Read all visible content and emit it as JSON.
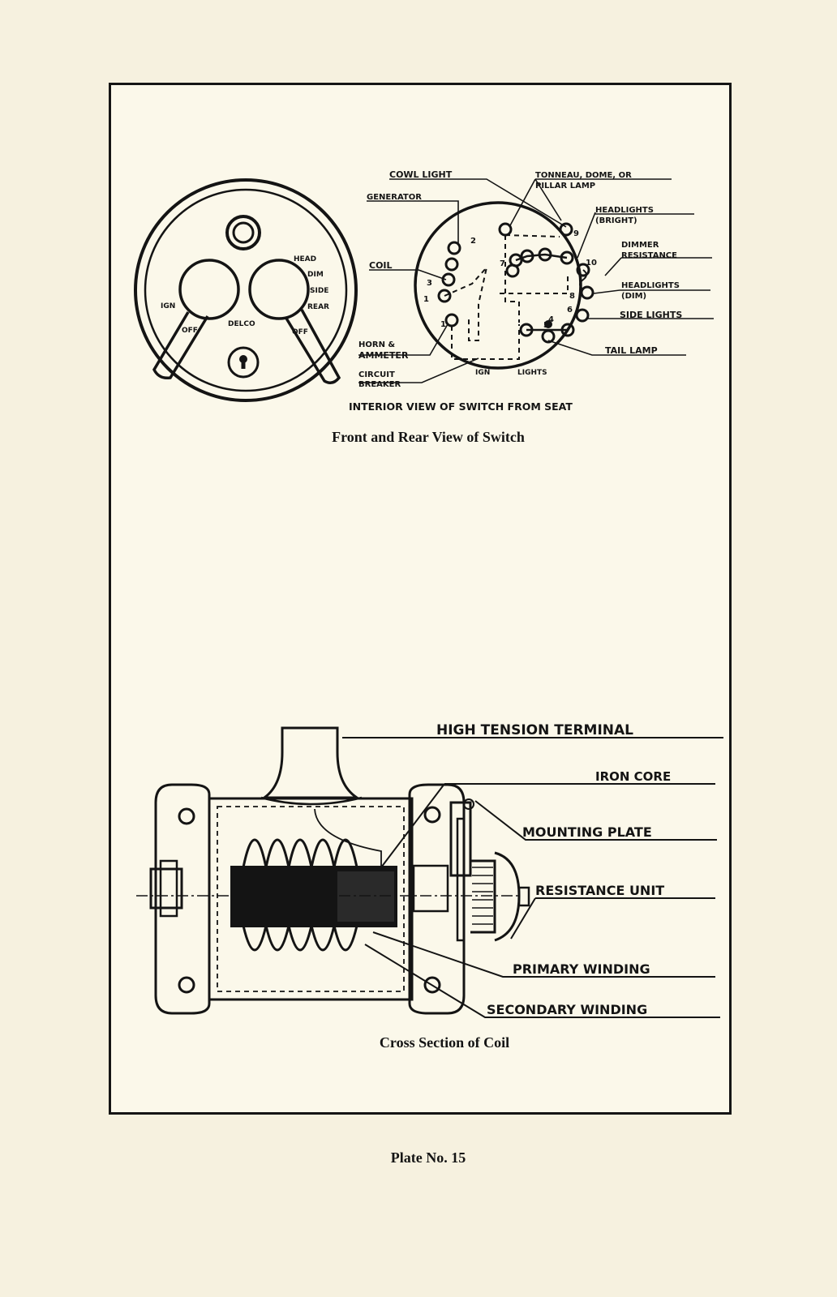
{
  "switch_front": {
    "brand": "DELCO",
    "left_labels": {
      "ign": "IGN",
      "off": "OFF"
    },
    "right_labels": {
      "head": "HEAD",
      "dim": "DIM",
      "side": "SIDE",
      "rear": "REAR",
      "off": "OFF"
    }
  },
  "switch_rear": {
    "callouts": {
      "cowl_light": "COWL LIGHT",
      "generator": "GENERATOR",
      "coil": "COIL",
      "horn_ammeter_1": "HORN &",
      "horn_ammeter_2": "AMMETER",
      "circuit_breaker_1": "CIRCUIT",
      "circuit_breaker_2": "BREAKER",
      "tonneau_1": "TONNEAU, DOME, OR",
      "tonneau_2": "PILLAR LAMP",
      "headlights_bright_1": "HEADLIGHTS",
      "headlights_bright_2": "(BRIGHT)",
      "dimmer_1": "DIMMER",
      "dimmer_2": "RESISTANCE",
      "headlights_dim_1": "HEADLIGHTS",
      "headlights_dim_2": "(DIM)",
      "side_lights": "SIDE LIGHTS",
      "tail_lamp": "TAIL LAMP"
    },
    "inner_labels": {
      "ign": "IGN",
      "lights": "LIGHTS"
    },
    "terminal_numbers": {
      "t1": "1",
      "t2": "2",
      "t3": "3",
      "t4": "4",
      "t5": "5",
      "t6": "6",
      "t7": "7",
      "t8": "8",
      "t9": "9",
      "t10": "10"
    },
    "view_title": "INTERIOR VIEW OF SWITCH FROM SEAT"
  },
  "caption_switch": "Front and Rear View of Switch",
  "coil": {
    "callouts": {
      "high_tension_terminal": "HIGH TENSION TERMINAL",
      "iron_core": "IRON CORE",
      "mounting_plate": "MOUNTING PLATE",
      "resistance_unit": "RESISTANCE UNIT",
      "primary_winding": "PRIMARY WINDING",
      "secondary_winding": "SECONDARY WINDING"
    }
  },
  "caption_coil": "Cross Section of Coil",
  "plate_number": "Plate No. 15"
}
